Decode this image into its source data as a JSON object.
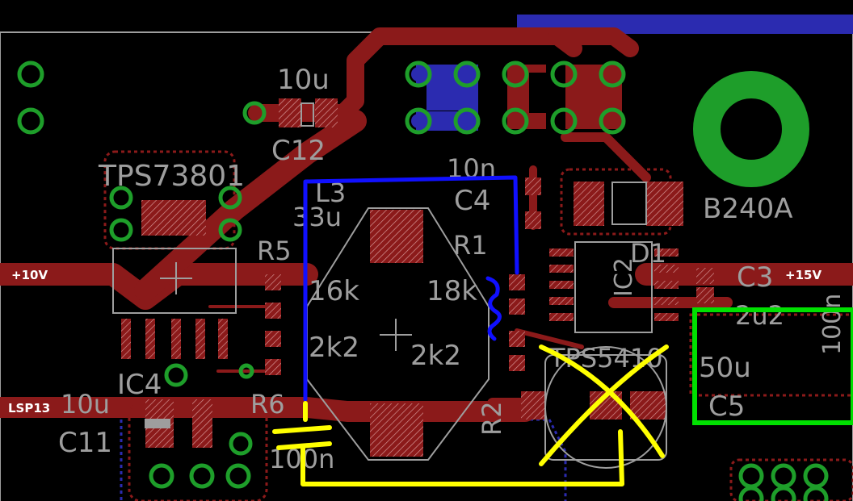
{
  "colors": {
    "background": "#000000",
    "copper_top": "#8b1a1a",
    "copper_bottom": "#2b2bb0",
    "via_ring": "#1e9e2a",
    "silkscreen": "#9e9e9e",
    "net_label": "#ffffff",
    "annotation_blue": "#1010ff",
    "annotation_yellow": "#ffff00",
    "annotation_green": "#00e000"
  },
  "nets": {
    "plus10v": "+10V",
    "plus15v": "+15V",
    "lsp13": "LSP13"
  },
  "labels": {
    "c12_value": "10u",
    "c12_name": "C12",
    "tps73801": "TPS73801",
    "c4_value": "10n",
    "c4_name": "C4",
    "l3_name": "L3",
    "l3_value": "33u",
    "r5_name": "R5",
    "r1_name": "R1",
    "ic2_name": "IC2",
    "d1_name": "D1",
    "b240a": "B240A",
    "c3_name": "C3",
    "c3_value": "2u2",
    "r_16k": "16k",
    "r_18k": "18k",
    "r_2k2_a": "2k2",
    "r_2k2_b": "2k2",
    "ic4_name": "IC4",
    "c11_value": "10u",
    "c11_name": "C11",
    "r6_name": "R6",
    "c6_value": "100n",
    "r2_name": "R2",
    "tps5_partial": "TPS5410",
    "cap_50u": "50u",
    "c5_name": "C5",
    "cap_100n_vertical": "100n"
  }
}
